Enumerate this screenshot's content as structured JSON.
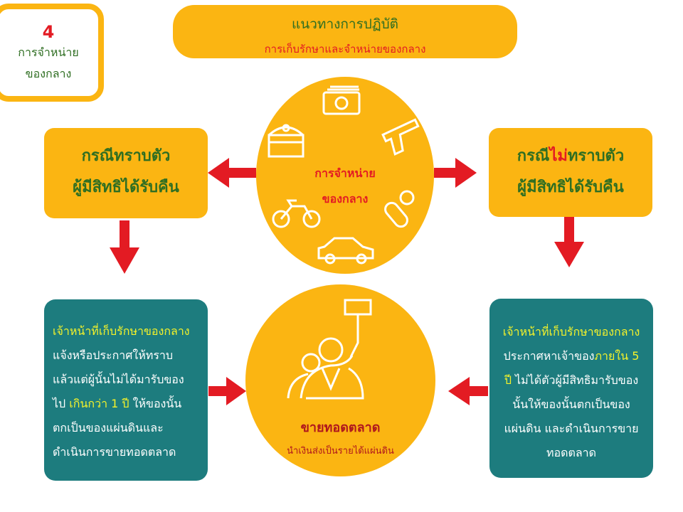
{
  "badge": {
    "number": "4",
    "line1": "การจำหน่าย",
    "line2": "ของกลาง"
  },
  "header": {
    "title": "แนวทางการปฏิบัติ",
    "subtitle": "การเก็บรักษาและจำหน่ายของกลาง"
  },
  "center_top": {
    "line1": "การจำหน่าย",
    "line2": "ของกลาง",
    "icons": [
      "money-icon",
      "treasure-chest-icon",
      "gun-icon",
      "motorcycle-icon",
      "pills-icon",
      "car-icon"
    ]
  },
  "left_case": {
    "line1": "กรณีทราบตัว",
    "line2": "ผู้มีสิทธิได้รับคืน"
  },
  "right_case": {
    "pre": "กรณี",
    "highlight": "ไม่",
    "post": "ทราบตัว",
    "line2": "ผู้มีสิทธิได้รับคืน"
  },
  "left_detail": {
    "officer": "เจ้าหน้าที่เก็บรักษาของกลาง",
    "l2": "แจ้งหรือประกาศให้ทราบ",
    "l3": "แล้วแต่ผู้นั้นไม่ได้มารับของ",
    "l4a": "ไป ",
    "l4b": "เกินกว่า 1 ปี",
    "l4c": " ให้ของนั้น",
    "l5": "ตกเป็นของแผ่นดินและ",
    "l6": "ดำเนินการขายทอดตลาด"
  },
  "right_detail": {
    "officer": "เจ้าหน้าที่เก็บรักษาของกลาง",
    "l2a": "ประกาศหาเจ้าของ",
    "l2b": "ภายใน 5",
    "l3a": "ปี",
    "l3b": " ไม่ได้ตัวผู้มีสิทธิมารับของ",
    "l4": "นั้นให้ของนั้นตกเป็นของ",
    "l5": "แผ่นดิน และดำเนินการขาย",
    "l6": "ทอดตลาด"
  },
  "center_bottom": {
    "title": "ขายทอดตลาด",
    "subtitle": "นำเงินส่งเป็นรายได้แผ่นดิน"
  },
  "colors": {
    "orange": "#FBB512",
    "teal": "#1D7C7E",
    "red": "#E31B23",
    "green": "#2F6E22",
    "yellow": "#F4F22A"
  }
}
